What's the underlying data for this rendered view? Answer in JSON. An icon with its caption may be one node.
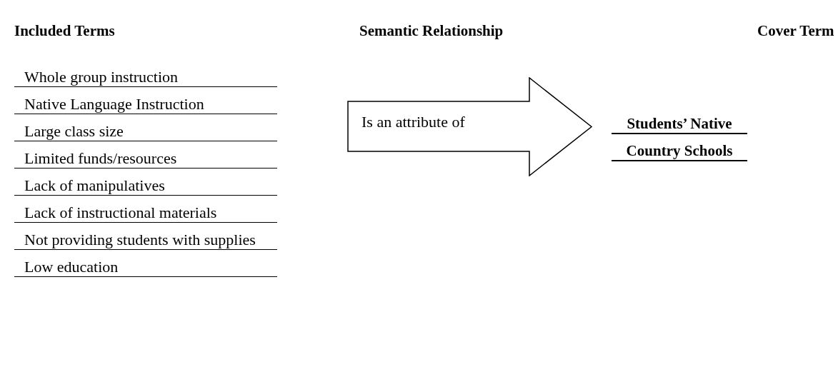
{
  "diagram": {
    "nodes": [
      {
        "text": [
          "Is an attribute of"
        ]
      }
    ],
    "labels": [
      "Included Terms",
      "Semantic Relationship",
      "Cover Term",
      "Whole group instruction",
      "Native Language Instruction",
      "Large class size",
      "Limited funds/resources",
      "Lack of manipulatives",
      "Lack of instructional materials",
      "Not providing students with supplies",
      "Low education",
      "Students’ Native",
      "Country Schools"
    ]
  }
}
